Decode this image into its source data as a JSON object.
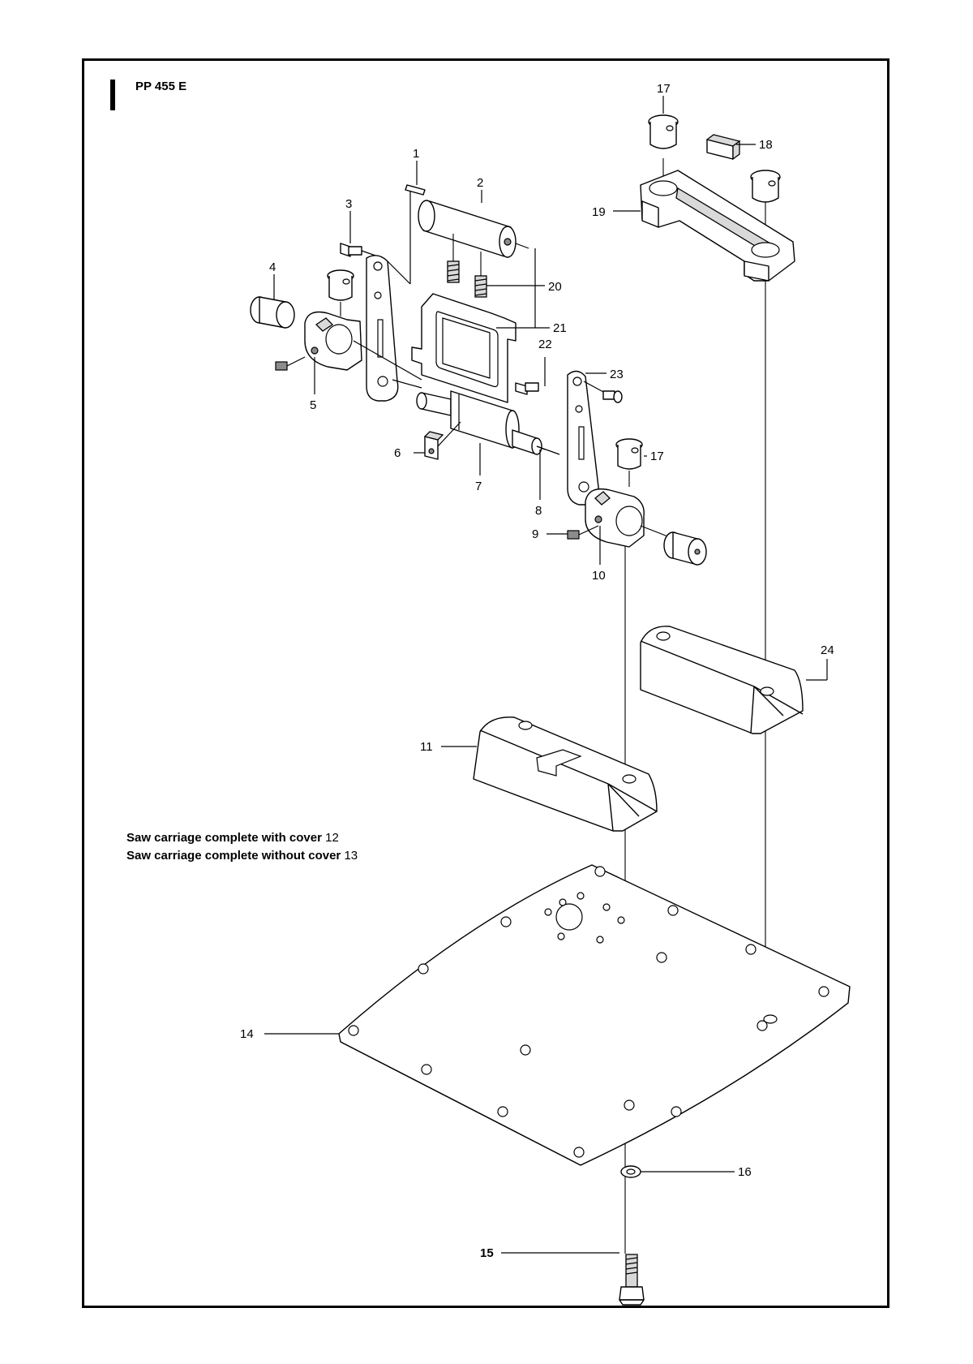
{
  "header": {
    "model": "PP 455 E"
  },
  "notes": [
    {
      "text": "Saw carriage complete with cover",
      "ref": "12"
    },
    {
      "text": "Saw carriage complete without cover",
      "ref": "13"
    }
  ],
  "callouts": {
    "c1": "1",
    "c2": "2",
    "c3": "3",
    "c4": "4",
    "c5": "5",
    "c6": "6",
    "c7": "7",
    "c8": "8",
    "c9": "9",
    "c10": "10",
    "c11": "11",
    "c14": "14",
    "c15": "15",
    "c16": "16",
    "c17a": "17",
    "c17b": "17",
    "c18": "18",
    "c19": "19",
    "c20": "20",
    "c21": "21",
    "c22": "22",
    "c23": "23",
    "c24": "24"
  }
}
